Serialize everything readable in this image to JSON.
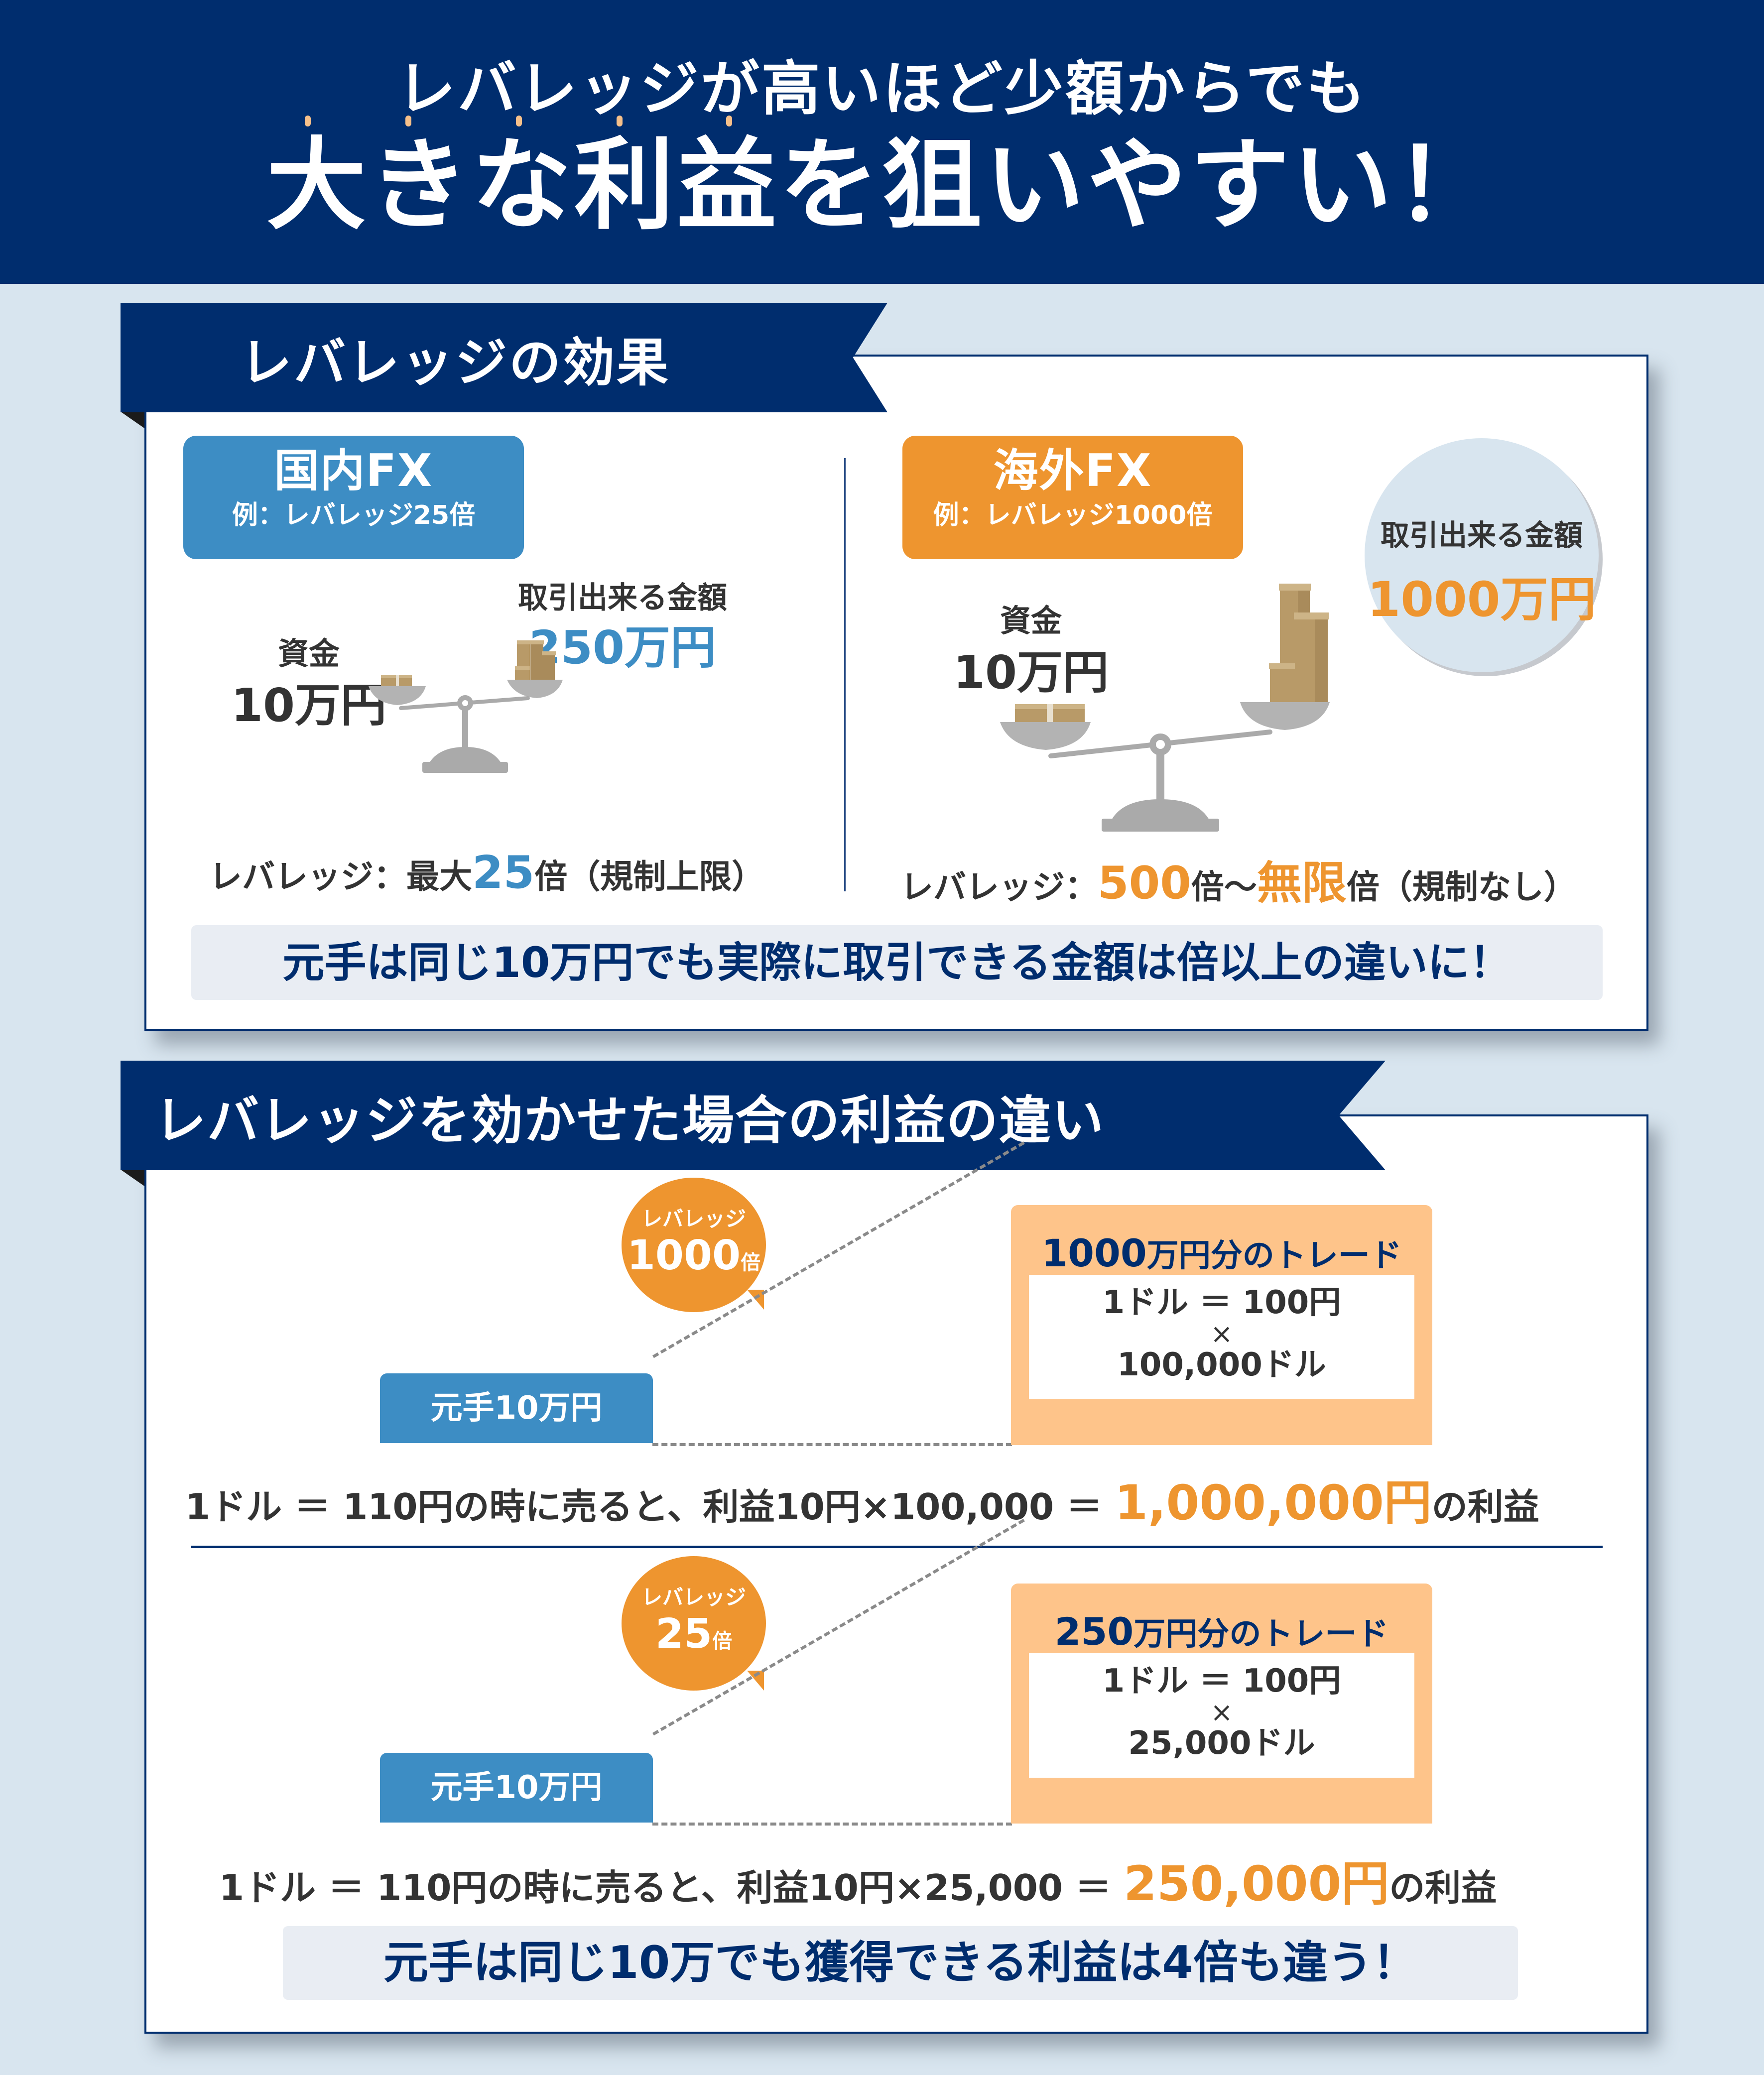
{
  "header": {
    "line1": "レバレッジが高いほど少額からでも",
    "line2": "大きな利益を狙いやすい！",
    "emphasis_dot_color": "#F6C08A",
    "bg_color": "#002D6E"
  },
  "section1": {
    "title": "レバレッジの効果",
    "domestic": {
      "title": "国内FX",
      "subtitle": "例：レバレッジ25倍",
      "color": "#3D8DC4",
      "capital_label": "資金",
      "capital_value": "10万円",
      "tradable_label": "取引出来る金額",
      "tradable_value": "250万円",
      "leverage_prefix": "レバレッジ：最大",
      "leverage_value": "25",
      "leverage_suffix": "倍（規制上限）"
    },
    "overseas": {
      "title": "海外FX",
      "subtitle": "例：レバレッジ1000倍",
      "color": "#EE952F",
      "capital_label": "資金",
      "capital_value": "10万円",
      "tradable_label": "取引出来る金額",
      "tradable_value": "1000万円",
      "leverage_prefix": "レバレッジ：",
      "leverage_value_1": "500",
      "leverage_mid": "倍〜",
      "leverage_value_2": "無限",
      "leverage_suffix": "倍（規制なし）"
    },
    "summary": "元手は同じ10万円でも実際に取引できる金額は倍以上の違いに！"
  },
  "section2": {
    "title": "レバレッジを効かせた場合の利益の違い",
    "cases": [
      {
        "bubble_label": "レバレッジ",
        "bubble_value": "1000",
        "bubble_unit": "倍",
        "capital": "元手10万円",
        "trade_title_num": "1000",
        "trade_title_rest": "万円分のトレード",
        "rate": "1ドル ＝ 100円",
        "times": "×",
        "amount": "100,000ドル",
        "profit_text": "1ドル ＝ 110円の時に売ると、利益10円×100,000 ＝ ",
        "profit_value": "1,000,000円",
        "profit_suffix": "の利益"
      },
      {
        "bubble_label": "レバレッジ",
        "bubble_value": "25",
        "bubble_unit": "倍",
        "capital": "元手10万円",
        "trade_title_num": "250",
        "trade_title_rest": "万円分のトレード",
        "rate": "1ドル ＝ 100円",
        "times": "×",
        "amount": "25,000ドル",
        "profit_text": "1ドル ＝ 110円の時に売ると、利益10円×25,000 ＝ ",
        "profit_value": "250,000円",
        "profit_suffix": "の利益"
      }
    ],
    "summary": "元手は同じ10万でも獲得できる利益は4倍も違う！"
  },
  "colors": {
    "navy": "#002D6E",
    "blue": "#3D8DC4",
    "orange": "#EE952F",
    "light_orange": "#FEC48A",
    "page_bg": "#D8E5EF",
    "summary_bg": "#E9EDF3"
  }
}
